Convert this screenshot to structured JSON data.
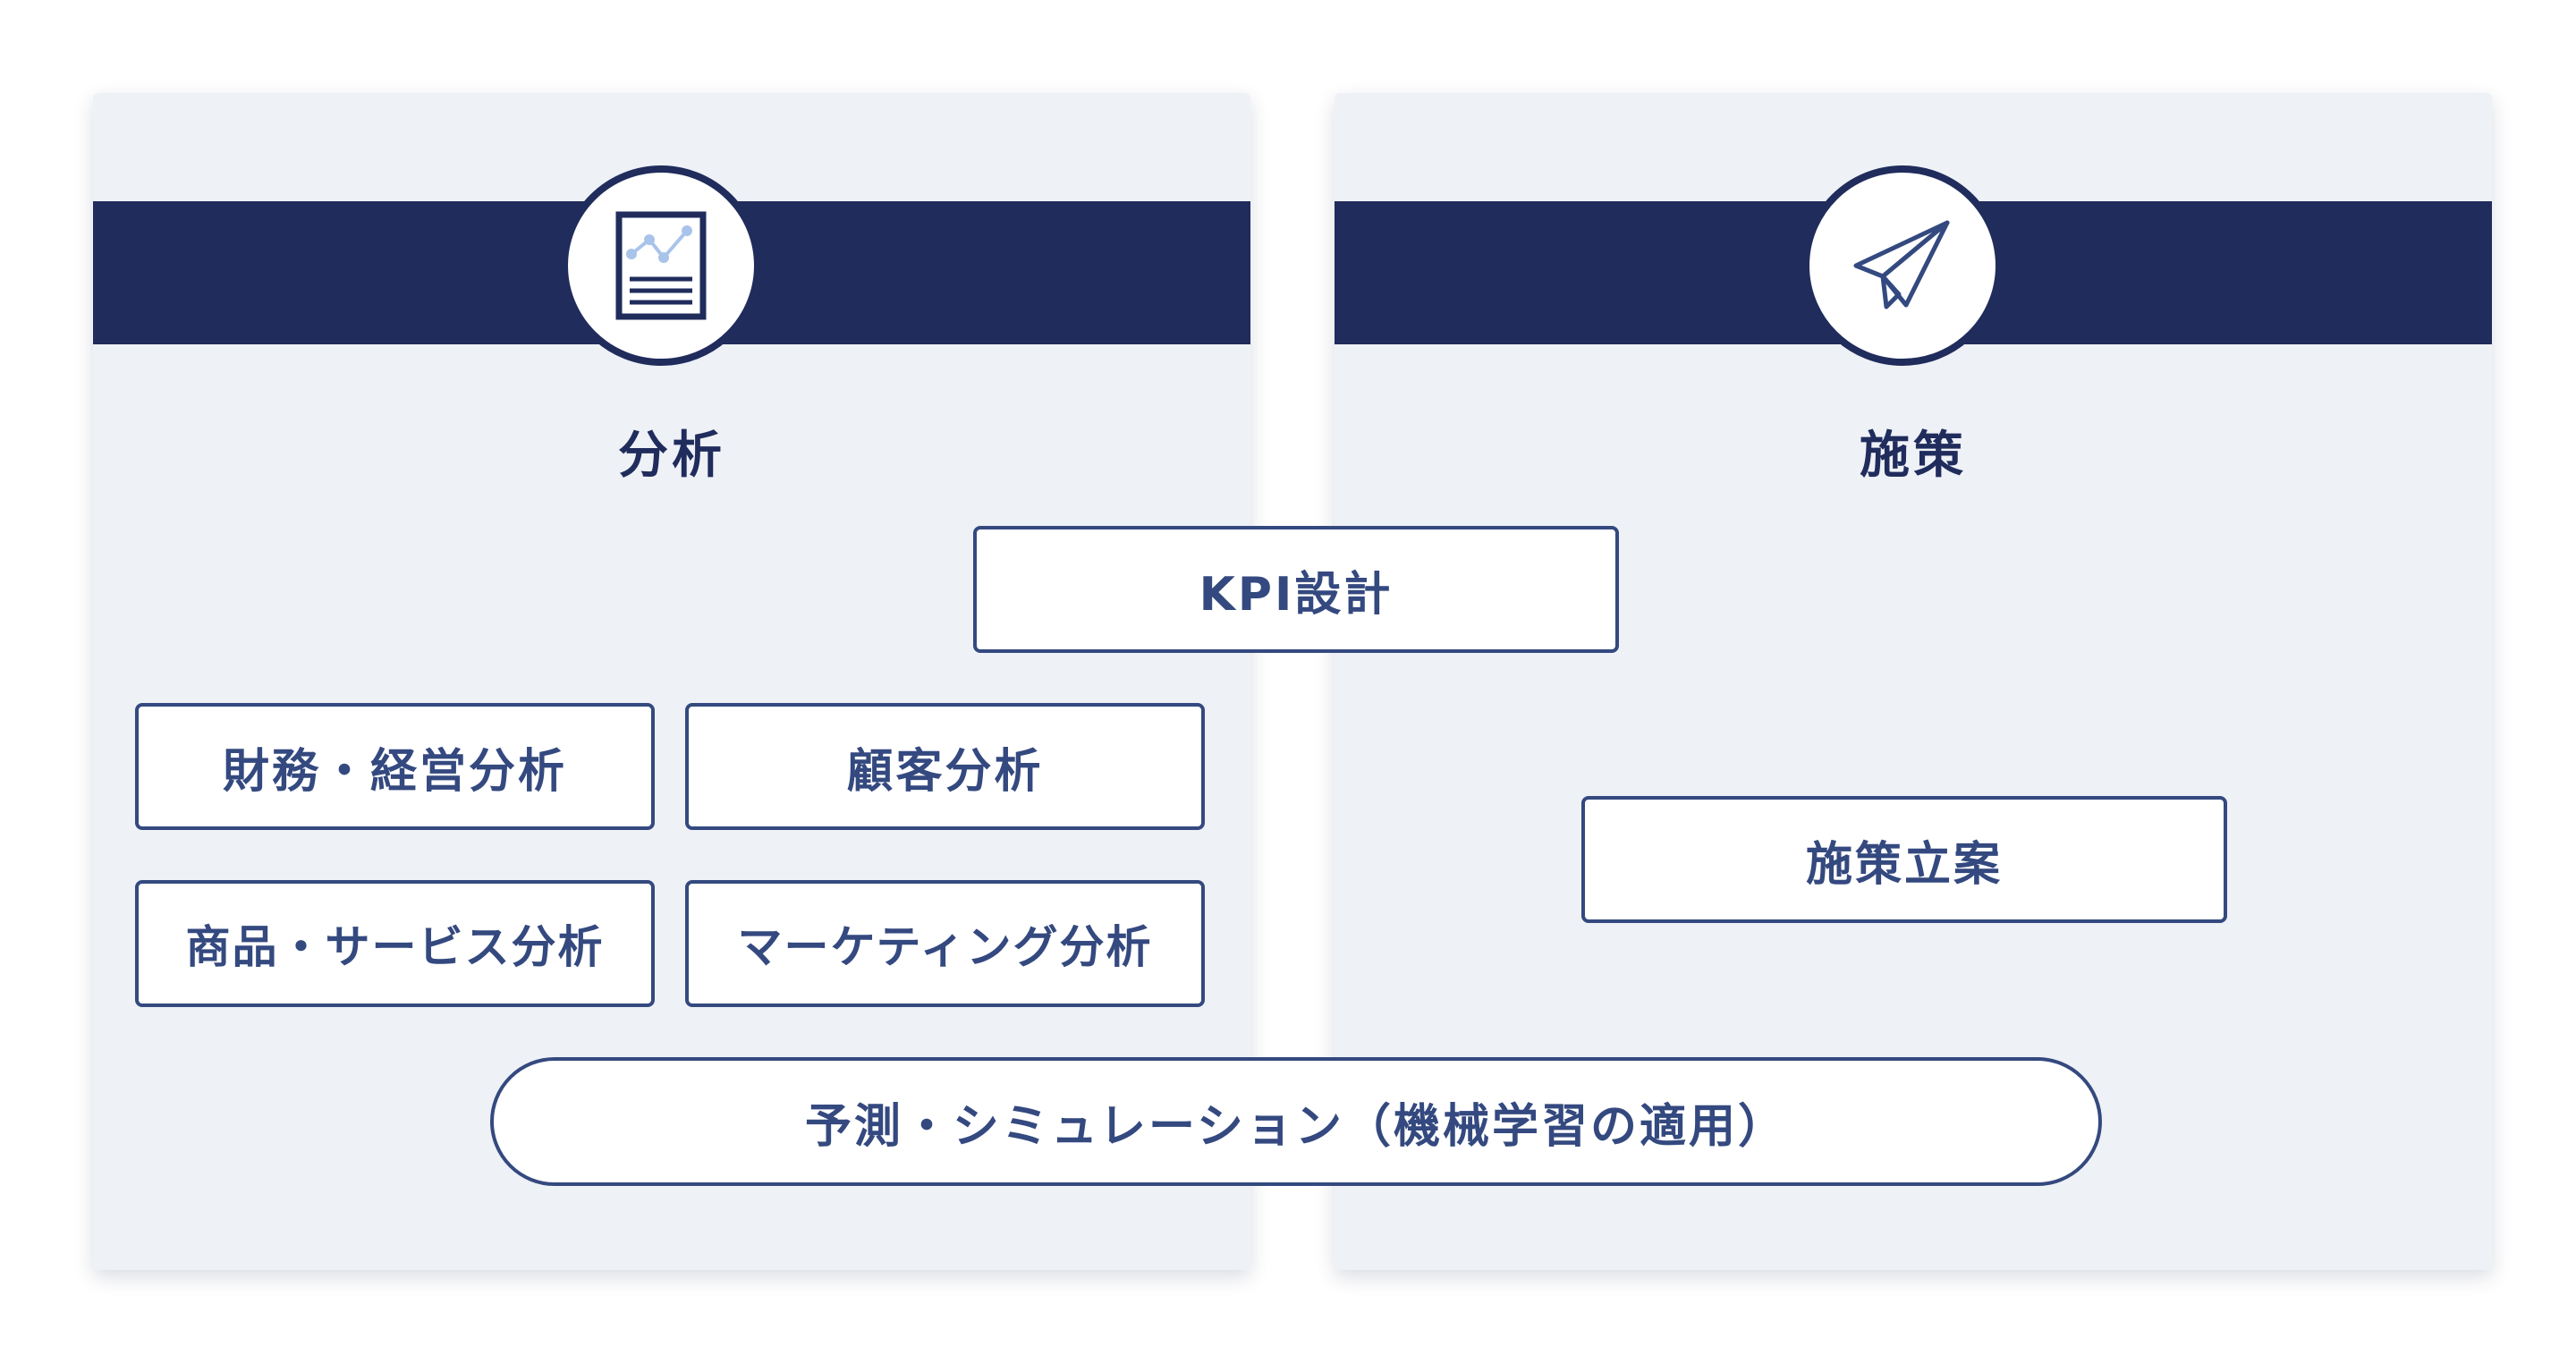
{
  "panels": {
    "left": {
      "title": "分析",
      "icon": "report-chart-icon"
    },
    "right": {
      "title": "施策",
      "icon": "paper-plane-icon"
    }
  },
  "boxes": {
    "kpi": "KPI設計",
    "financial": "財務・経営分析",
    "customer": "顧客分析",
    "product": "商品・サービス分析",
    "marketing": "マーケティング分析",
    "planning": "施策立案",
    "prediction": "予測・シミュレーション（機械学習の適用）"
  },
  "colors": {
    "navy": "#202c5c",
    "box_border": "#34497f",
    "panel_bg": "#eef1f6",
    "chart_accent": "#a9c4ea"
  }
}
